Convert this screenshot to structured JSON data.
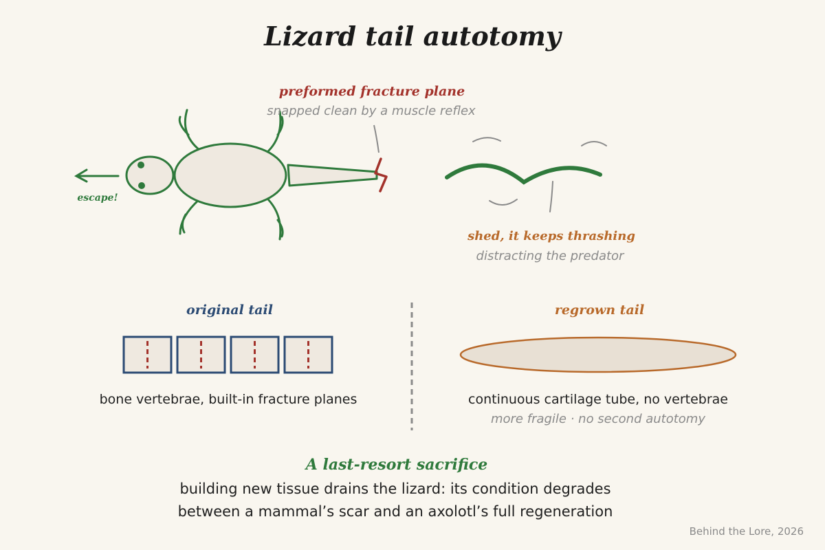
{
  "title": "Lizard tail autotomy",
  "fracture": {
    "label": "preformed fracture plane",
    "note": "snapped clean by a muscle reflex"
  },
  "escape_label": "escape!",
  "shed": {
    "label": "shed, it keeps thrashing",
    "note": "distracting the predator"
  },
  "original": {
    "heading": "original tail",
    "caption": "bone vertebrae, built-in fracture planes",
    "vertebrae_count": 4
  },
  "regrown": {
    "heading": "regrown tail",
    "caption": "continuous cartilage tube, no vertebrae",
    "note": "more fragile · no second autotomy"
  },
  "conclusion": {
    "heading": "A last-resort sacrifice",
    "line1": "building new tissue drains the lizard: its condition degrades",
    "line2": "between a mammal’s scar and an axolotl’s full regeneration"
  },
  "credit": "Behind the Lore, 2026",
  "colors": {
    "background": "#f9f6ef",
    "green": "#2f7a3c",
    "red": "#a3322b",
    "orange": "#b8692a",
    "navy": "#2b4a73",
    "gray": "#8a8a8a",
    "fill": "#efe9e0"
  }
}
